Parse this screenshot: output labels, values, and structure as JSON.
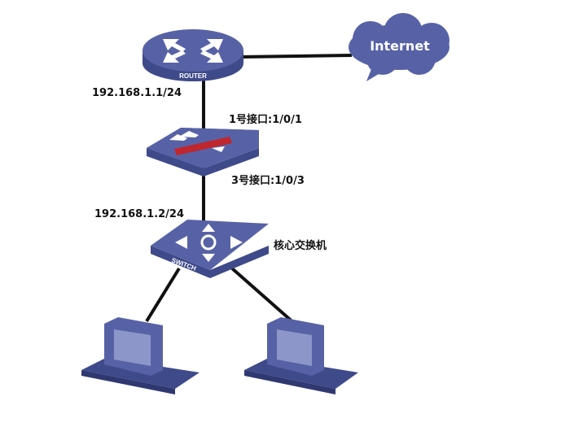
{
  "devices": {
    "router": {
      "label": "ROUTER"
    },
    "internet": {
      "label": "Internet"
    },
    "switch": {
      "label": "SWITCH"
    }
  },
  "labels": {
    "router_ip": "192.168.1.1/24",
    "firewall_port_1": "1号接口:1/0/1",
    "firewall_port_3": "3号接口:1/0/3",
    "switch_ip": "192.168.1.2/24",
    "core_switch": "核心交换机"
  },
  "colors": {
    "device": "#5762a6",
    "device_dark": "#3f4a8a",
    "firewall_bar": "#c0262d"
  }
}
